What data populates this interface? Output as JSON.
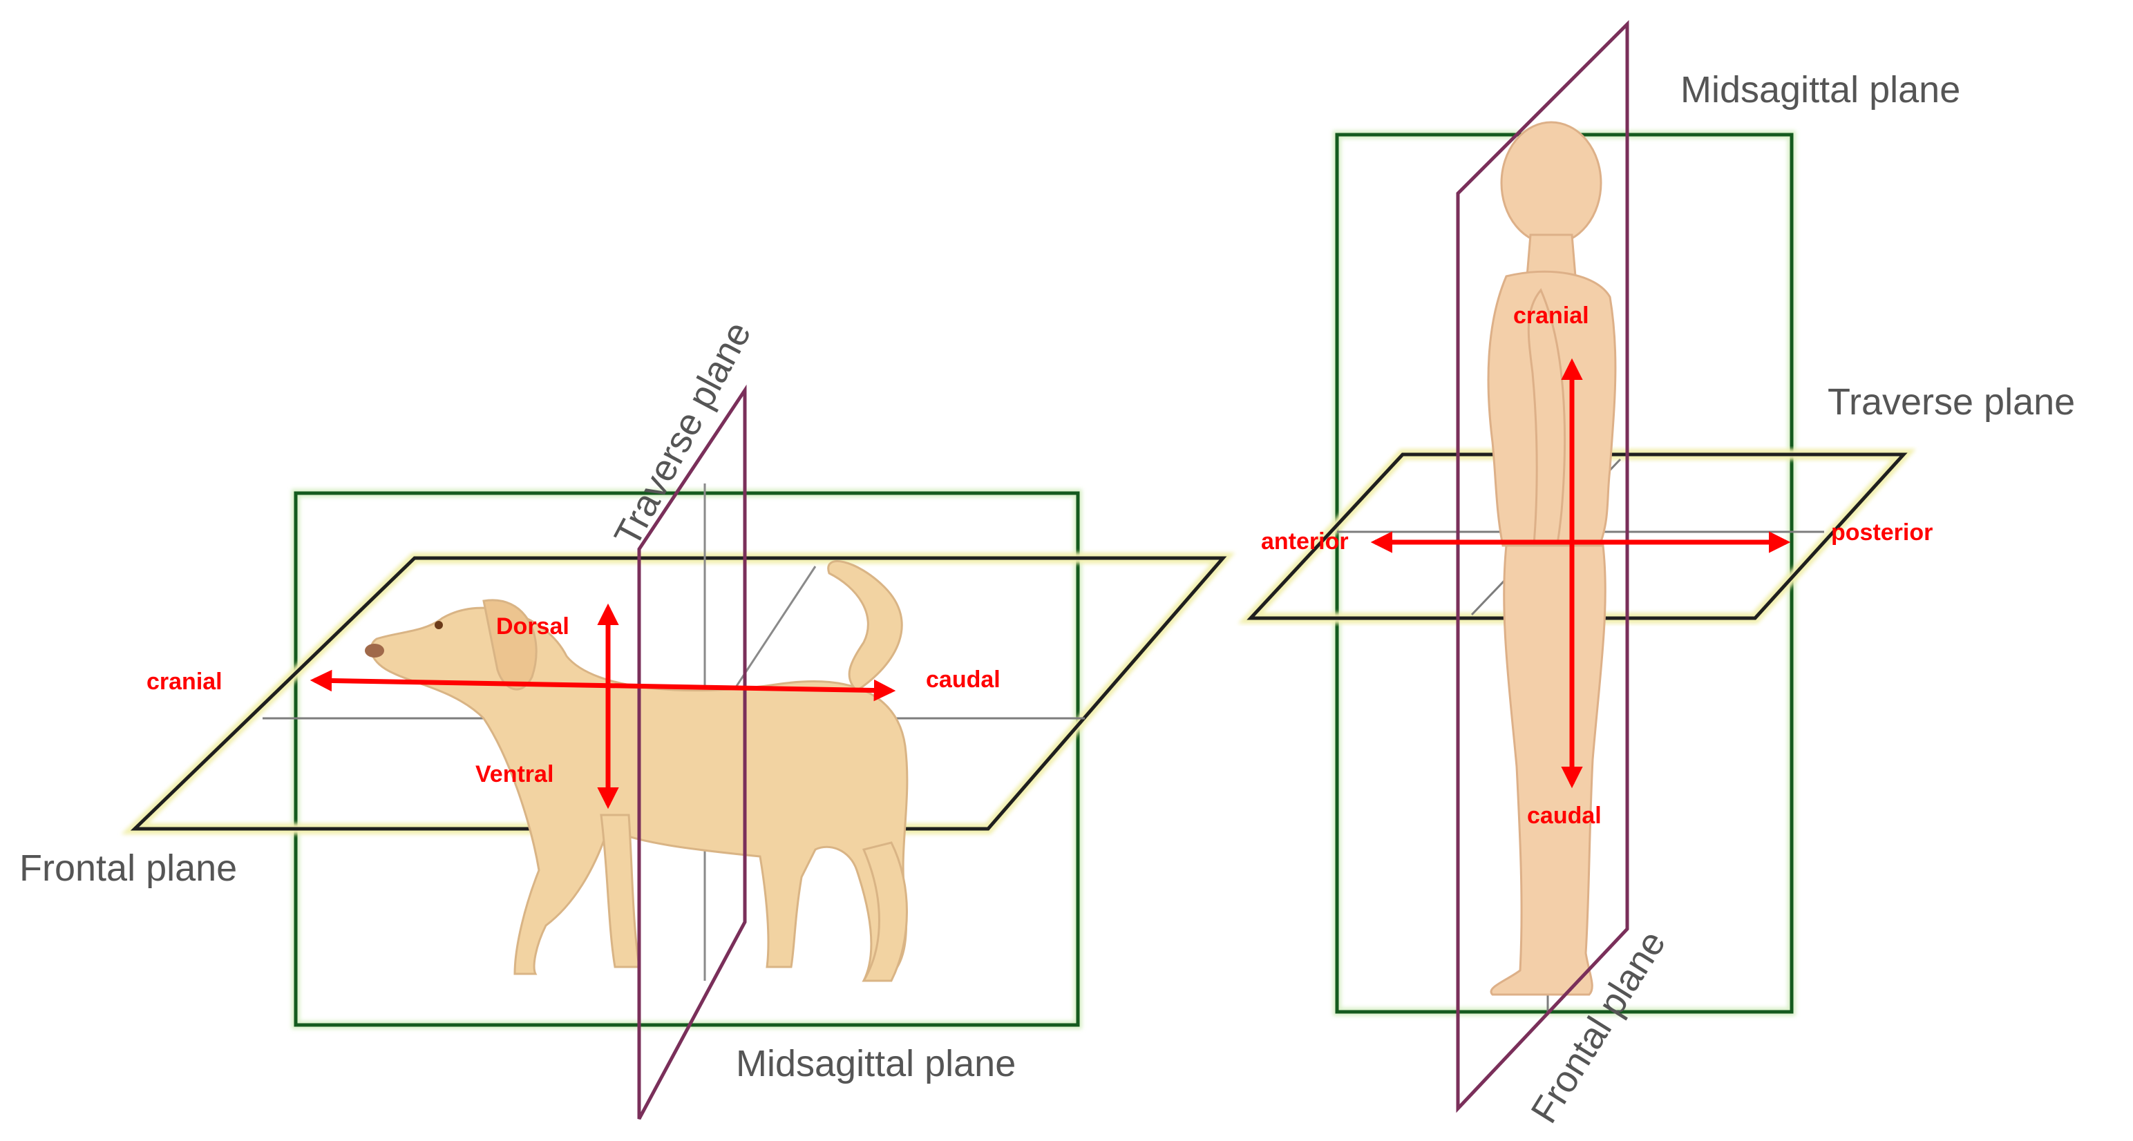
{
  "colors": {
    "frontal_plane": "#1f1f1f",
    "frontal_glow": "#f2f0b0",
    "midsagittal_plane": "#7a2f5a",
    "traverse_plane": "#145a1e",
    "arrow": "#ff0000",
    "body": "#f3cfa9",
    "dog": "#f2d3a2"
  },
  "dog_panel": {
    "plane_labels": {
      "traverse": "Traverse plane",
      "frontal": "Frontal plane",
      "midsagittal": "Midsagittal plane"
    },
    "directions": {
      "cranial": "cranial",
      "caudal": "caudal",
      "dorsal": "Dorsal",
      "ventral": "Ventral"
    }
  },
  "human_panel": {
    "plane_labels": {
      "midsagittal": "Midsagittal plane",
      "traverse": "Traverse plane",
      "frontal": "Frontal plane"
    },
    "directions": {
      "cranial": "cranial",
      "caudal": "caudal",
      "anterior": "anterior",
      "posterior": "posterior"
    }
  }
}
